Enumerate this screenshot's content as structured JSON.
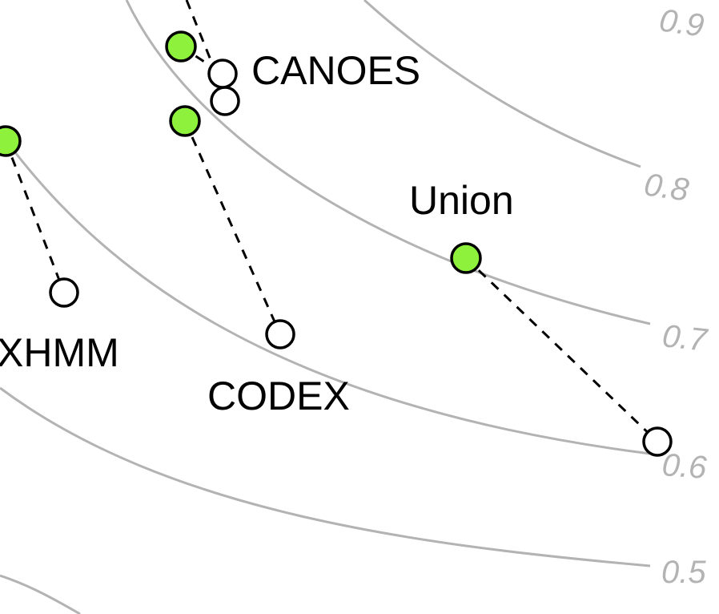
{
  "chart_data": {
    "type": "scatter",
    "title": "",
    "xlabel": "",
    "ylabel": "",
    "contours": [
      {
        "label": "0.9",
        "level": 0.9
      },
      {
        "label": "0.8",
        "level": 0.8
      },
      {
        "label": "0.7",
        "level": 0.7
      },
      {
        "label": "0.6",
        "level": 0.6
      },
      {
        "label": "0.5",
        "level": 0.5
      }
    ],
    "methods": [
      {
        "name": "XHMM"
      },
      {
        "name": "CANOES"
      },
      {
        "name": "CODEX"
      },
      {
        "name": "Union"
      }
    ],
    "colors": {
      "filled": "#8ef23d",
      "contour": "#b3b3b3",
      "ink": "#000000"
    }
  }
}
